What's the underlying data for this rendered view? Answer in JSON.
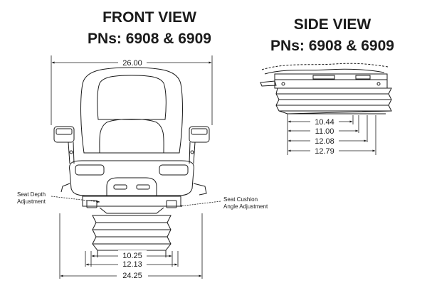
{
  "front_view": {
    "title": "FRONT VIEW",
    "subtitle": "PNs: 6908 & 6909",
    "dimensions": {
      "overall_width_top": "26.00",
      "suspension_inner": "10.25",
      "suspension_middle": "12.13",
      "base_width": "24.25"
    },
    "callouts": {
      "seat_depth_line1": "Seat Depth",
      "seat_depth_line2": "Adjustment",
      "cushion_angle_line1": "Seat Cushion",
      "cushion_angle_line2": "Angle Adjustment"
    }
  },
  "side_view": {
    "title": "SIDE VIEW",
    "subtitle": "PNs: 6908 & 6909",
    "dimensions": [
      "10.44",
      "11.00",
      "12.08",
      "12.79"
    ]
  },
  "colors": {
    "line": "#1a1a1a",
    "fill": "#ffffff"
  }
}
